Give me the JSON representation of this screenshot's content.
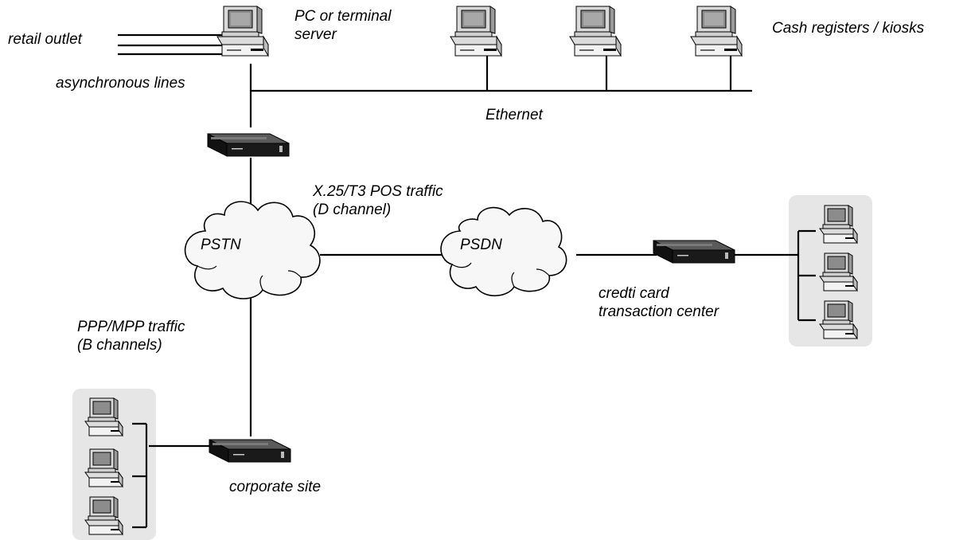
{
  "labels": {
    "retail_outlet": "retail outlet",
    "pc_terminal_server": [
      "PC or terminal",
      "server"
    ],
    "asynchronous_lines": "asynchronous lines",
    "cash_registers": "Cash registers / kiosks",
    "ethernet": "Ethernet",
    "x25_traffic": [
      "X.25/T3 POS traffic",
      "(D channel)"
    ],
    "pstn": "PSTN",
    "psdn": "PSDN",
    "credit_center": [
      "credti card",
      "transaction center"
    ],
    "ppp_traffic": [
      "PPP/MPP traffic",
      "(B channels)"
    ],
    "corporate_site": "corporate site"
  },
  "icons": {
    "computer": "desktop-computer-icon",
    "router": "router-icon",
    "cloud": "network-cloud-icon"
  },
  "colors": {
    "line": "#000000",
    "group_box": "#e6e6e6",
    "device_dark": "#1a1a1a"
  }
}
